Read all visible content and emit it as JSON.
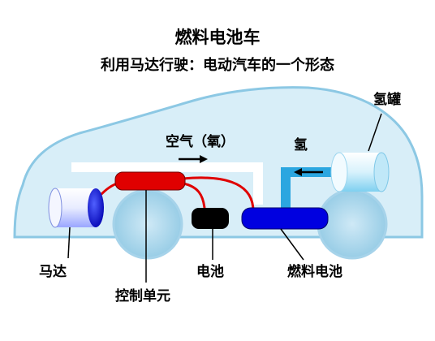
{
  "title": "燃料电池车",
  "subtitle": "利用马达行驶：电动汽车的一个形态",
  "labels": {
    "air_oxygen": "空气（氧）",
    "hydrogen": "氢",
    "hydrogen_tank": "氢罐",
    "motor": "马达",
    "control_unit": "控制单元",
    "battery": "电池",
    "fuel_cell": "燃料电池"
  },
  "colors": {
    "car_body": "#d8eef8",
    "car_outline": "#8cc8e4",
    "wheel": "#a9d6ec",
    "control_unit": "#e00000",
    "battery": "#000000",
    "fuel_cell": "#0000e0",
    "hydrogen_pipe": "#2ba6e0"
  }
}
